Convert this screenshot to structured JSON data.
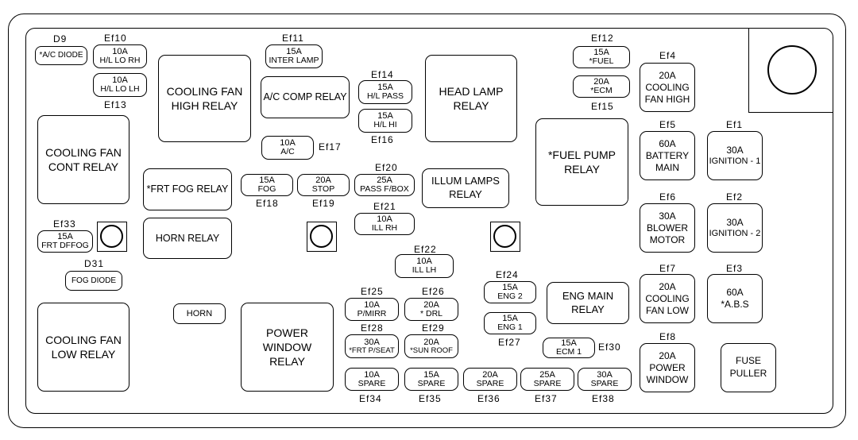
{
  "relays": {
    "cooling_fan_high": "COOLING FAN\nHIGH RELAY",
    "ac_comp": "A/C COMP RELAY",
    "head_lamp": "HEAD LAMP\nRELAY",
    "cooling_fan_cont": "COOLING FAN\nCONT RELAY",
    "frt_fog": "*FRT FOG RELAY",
    "illum_lamps": "ILLUM LAMPS\nRELAY",
    "fuel_pump": "*FUEL PUMP\nRELAY",
    "horn_relay": "HORN RELAY",
    "cooling_fan_low": "COOLING FAN\nLOW RELAY",
    "power_window": "POWER WINDOW\nRELAY",
    "eng_main": "ENG MAIN\nRELAY"
  },
  "misc": {
    "horn": "HORN",
    "fuse_puller": "FUSE\nPULLER",
    "ac_diode": "*A/C DIODE",
    "fog_diode": "FOG DIODE",
    "d9": "D9",
    "d31": "D31"
  },
  "fuses": {
    "ef1": {
      "id": "Ef1",
      "amp": "30A",
      "name": "IGNITION - 1"
    },
    "ef2": {
      "id": "Ef2",
      "amp": "30A",
      "name": "IGNITION - 2"
    },
    "ef3": {
      "id": "Ef3",
      "amp": "60A",
      "name": "*A.B.S"
    },
    "ef4": {
      "id": "Ef4",
      "amp": "20A",
      "name": "COOLING\nFAN HIGH"
    },
    "ef5": {
      "id": "Ef5",
      "amp": "60A",
      "name": "BATTERY\nMAIN"
    },
    "ef6": {
      "id": "Ef6",
      "amp": "30A",
      "name": "BLOWER\nMOTOR"
    },
    "ef7": {
      "id": "Ef7",
      "amp": "20A",
      "name": "COOLING\nFAN LOW"
    },
    "ef8": {
      "id": "Ef8",
      "amp": "20A",
      "name": "POWER\nWINDOW"
    },
    "ef10": {
      "id": "Ef10",
      "amp": "10A",
      "name": "H/L LO RH"
    },
    "ef11": {
      "id": "Ef11",
      "amp": "15A",
      "name": "INTER LAMP"
    },
    "ef12": {
      "id": "Ef12",
      "amp": "15A",
      "name": "*FUEL"
    },
    "ef13": {
      "id": "Ef13",
      "amp": "10A",
      "name": "H/L LO LH"
    },
    "ef14": {
      "id": "Ef14",
      "amp": "15A",
      "name": "H/L PASS"
    },
    "ef15": {
      "id": "Ef15",
      "amp": "20A",
      "name": "*ECM"
    },
    "ef16": {
      "id": "Ef16",
      "amp": "15A",
      "name": "H/L HI"
    },
    "ef17": {
      "id": "Ef17",
      "amp": "10A",
      "name": "A/C"
    },
    "ef18": {
      "id": "Ef18",
      "amp": "15A",
      "name": "FOG"
    },
    "ef19": {
      "id": "Ef19",
      "amp": "20A",
      "name": "STOP"
    },
    "ef20": {
      "id": "Ef20",
      "amp": "25A",
      "name": "PASS F/BOX"
    },
    "ef21": {
      "id": "Ef21",
      "amp": "10A",
      "name": "ILL RH"
    },
    "ef22": {
      "id": "Ef22",
      "amp": "10A",
      "name": "ILL LH"
    },
    "ef24": {
      "id": "Ef24",
      "amp": "15A",
      "name": "ENG 2"
    },
    "ef25": {
      "id": "Ef25",
      "amp": "10A",
      "name": "P/MIRR"
    },
    "ef26": {
      "id": "Ef26",
      "amp": "20A",
      "name": "* DRL"
    },
    "ef27": {
      "id": "Ef27",
      "amp": "15A",
      "name": "ENG 1"
    },
    "ef28": {
      "id": "Ef28",
      "amp": "30A",
      "name": "*FRT P/SEAT"
    },
    "ef29": {
      "id": "Ef29",
      "amp": "20A",
      "name": "*SUN ROOF"
    },
    "ef30": {
      "id": "Ef30",
      "amp": "15A",
      "name": "ECM 1"
    },
    "ef33": {
      "id": "Ef33",
      "amp": "15A",
      "name": "FRT DFFOG"
    },
    "ef34": {
      "id": "Ef34",
      "amp": "10A",
      "name": "SPARE"
    },
    "ef35": {
      "id": "Ef35",
      "amp": "15A",
      "name": "SPARE"
    },
    "ef36": {
      "id": "Ef36",
      "amp": "20A",
      "name": "SPARE"
    },
    "ef37": {
      "id": "Ef37",
      "amp": "25A",
      "name": "SPARE"
    },
    "ef38": {
      "id": "Ef38",
      "amp": "30A",
      "name": "SPARE"
    }
  }
}
